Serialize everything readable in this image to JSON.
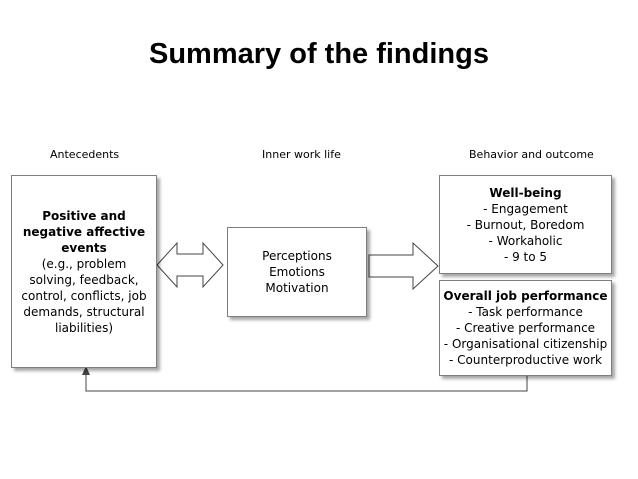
{
  "title": "Summary of the findings",
  "columns": {
    "antecedents": "Antecedents",
    "inner": "Inner work life",
    "behavior": "Behavior and outcome"
  },
  "events_box": {
    "heading": [
      "Positive and",
      "negative affective",
      "events"
    ],
    "lines": [
      "(e.g., problem",
      "solving, feedback,",
      "control, conflicts, job",
      "demands, structural",
      "liabilities)"
    ]
  },
  "inner_box": {
    "lines": [
      "Perceptions",
      "Emotions",
      "Motivation"
    ]
  },
  "wellbeing_box": {
    "heading": "Well-being",
    "lines": [
      "- Engagement",
      "- Burnout, Boredom",
      "- Workaholic",
      "- 9 to 5"
    ]
  },
  "performance_box": {
    "heading": "Overall job performance",
    "lines": [
      "- Task performance",
      "- Creative performance",
      "- Organisational citizenship",
      "- Counterproductive work"
    ]
  }
}
